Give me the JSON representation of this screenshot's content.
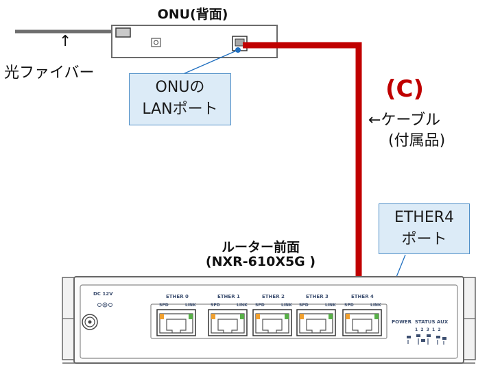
{
  "onu": {
    "title": "ONU(背面)",
    "lan_port_callout": [
      "ONUの",
      "LANポート"
    ]
  },
  "fiber": {
    "arrow": "↑",
    "label": "光ファイバー"
  },
  "cable": {
    "marker": "(C)",
    "label_line1": "←ケーブル",
    "label_line2": "(付属品)",
    "color": "#c00000"
  },
  "router": {
    "title_line1": "ルーター前面",
    "title_line2": "(NXR-610X5G )",
    "dc_label": "DC 12V",
    "ports": [
      {
        "name": "ETHER 0",
        "spd": "SPD",
        "link": "LINK"
      },
      {
        "name": "ETHER 1",
        "spd": "SPD",
        "link": "LINK"
      },
      {
        "name": "ETHER 2",
        "spd": "SPD",
        "link": "LINK"
      },
      {
        "name": "ETHER 3",
        "spd": "SPD",
        "link": "LINK"
      },
      {
        "name": "ETHER 4",
        "spd": "SPD",
        "link": "LINK"
      }
    ],
    "status_label": "POWER  STATUS AUX",
    "status_digits": "1  2  3  1  2",
    "ether4_callout": [
      "ETHER4",
      "ポート"
    ]
  },
  "colors": {
    "callout_fill": "#dcebf7",
    "callout_border": "#4e8ec7",
    "leader_line": "#1f6fc0",
    "port_label": "#3d4f70"
  }
}
